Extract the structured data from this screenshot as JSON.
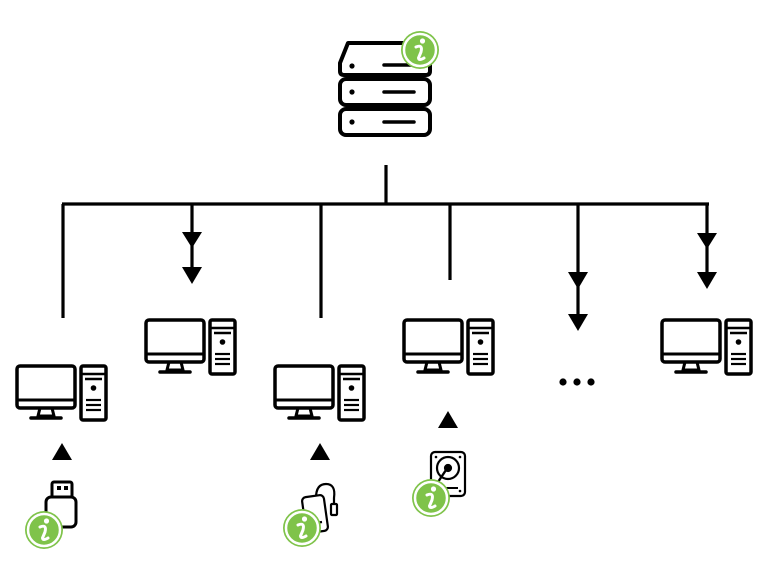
{
  "colors": {
    "stroke": "#000000",
    "background": "#ffffff",
    "badge_green": "#7fc34a",
    "badge_green_dark": "#5e9e2f",
    "badge_letter": "#ffffff"
  },
  "server": {
    "icon": "server-stack-icon",
    "badge": "info-badge-icon"
  },
  "network": {
    "topology": "bus",
    "icon": "network-bus-icon"
  },
  "clients": [
    {
      "icon": "desktop-computer-icon",
      "connection": "line",
      "device": "usb-flash-drive-icon",
      "device_badge": true
    },
    {
      "icon": "desktop-computer-icon",
      "connection": "arrow",
      "device": null,
      "device_badge": false
    },
    {
      "icon": "desktop-computer-icon",
      "connection": "line",
      "device": "external-hard-drive-icon",
      "device_badge": true
    },
    {
      "icon": "desktop-computer-icon",
      "connection": "line",
      "device": "internal-hard-disk-icon",
      "device_badge": true
    },
    {
      "icon": "more-ellipsis-icon",
      "connection": "arrow",
      "device": null,
      "device_badge": false
    },
    {
      "icon": "desktop-computer-icon",
      "connection": "arrow",
      "device": null,
      "device_badge": false
    }
  ],
  "badge_icon": "info-i-icon",
  "upload_marker_icon": "triangle-up-icon"
}
